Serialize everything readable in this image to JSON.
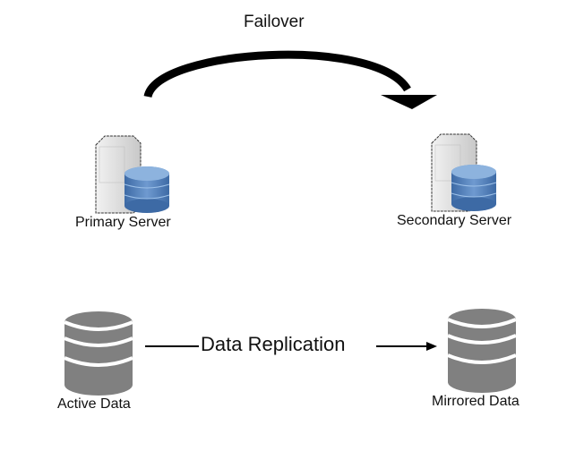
{
  "failover": {
    "label": "Failover"
  },
  "primary": {
    "label": "Primary Server"
  },
  "secondary": {
    "label": "Secondary Server"
  },
  "replication": {
    "label": "Data Replication"
  },
  "active": {
    "label": "Active Data"
  },
  "mirrored": {
    "label": "Mirrored Data"
  },
  "colors": {
    "db_gray": "#808080",
    "db_blue": "#4f7fb8",
    "arrow": "#000000"
  }
}
